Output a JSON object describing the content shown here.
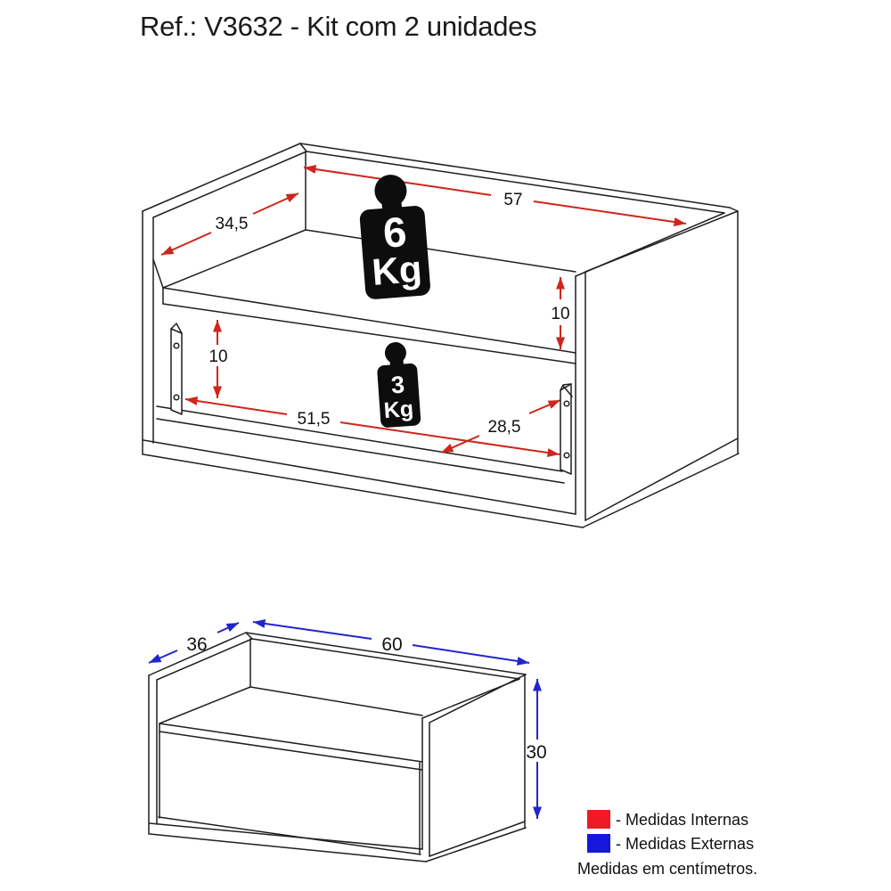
{
  "title": "Ref.: V3632 - Kit com 2 unidades",
  "colors": {
    "internal": "#ee1b24",
    "external": "#1517dd",
    "internal_arrow": "#cf251c",
    "external_arrow": "#2126cc",
    "line": "#1f1f1f"
  },
  "internal_diagram": {
    "dims": {
      "depth": "34,5",
      "width": "57",
      "niche_height": "10",
      "drawer_height": "10",
      "drawer_width": "51,5",
      "drawer_depth": "28,5"
    },
    "weights": {
      "shelf": {
        "value": "6",
        "unit": "Kg"
      },
      "drawer": {
        "value": "3",
        "unit": "Kg"
      }
    }
  },
  "external_diagram": {
    "dims": {
      "depth": "36",
      "width": "60",
      "height": "30"
    }
  },
  "legend": {
    "internal_label": "- Medidas Internas",
    "external_label": "- Medidas Externas",
    "note": "Medidas em centímetros."
  }
}
